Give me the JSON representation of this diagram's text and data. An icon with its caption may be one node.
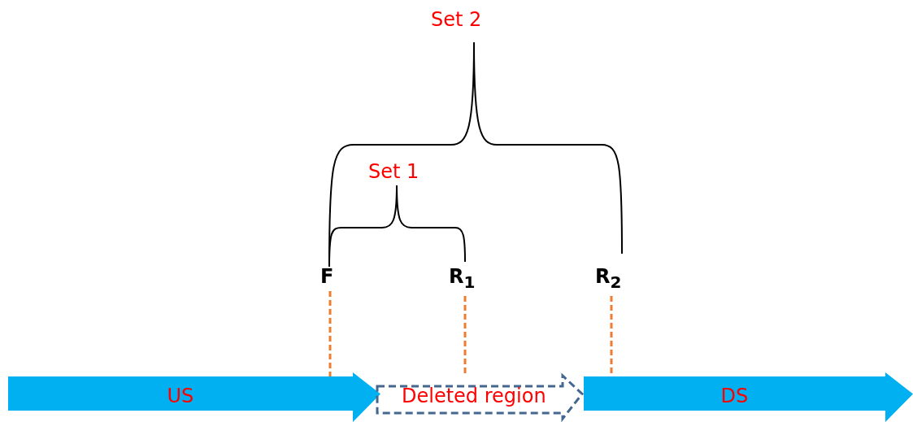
{
  "diagram": {
    "nodes": [
      {
        "text": [
          "F"
        ]
      },
      {
        "text": [
          "R$_{1}$"
        ]
      },
      {
        "text": [
          "R$_{2}$"
        ]
      },
      {
        "text": [
          "US"
        ]
      },
      {
        "text": [
          "Deleted region"
        ]
      },
      {
        "text": [
          "DS"
        ]
      }
    ],
    "edges": [
      {
        "from": 0,
        "to": 3,
        "arrow": "none",
        "style": "dashed",
        "color": "#ed7d31"
      },
      {
        "from": 1,
        "to": 4,
        "arrow": "none",
        "style": "dashed",
        "color": "#ed7d31"
      },
      {
        "from": 2,
        "to": 5,
        "arrow": "none",
        "style": "dashed",
        "color": "#ed7d31"
      }
    ],
    "labels": [
      "Set 2",
      "Set 1"
    ]
  }
}
